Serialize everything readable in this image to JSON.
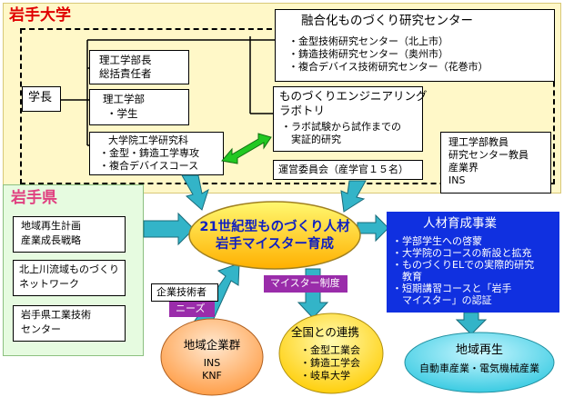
{
  "iwate_univ": {
    "title": "岩手大学",
    "fusion_center": {
      "title": "融合化ものづくり研究センター",
      "items": [
        "・金型技術研究センター（北上市）",
        "・鋳造技術研究センター（奥州市）",
        "・複合デバイス技術研究センター（花巻市）"
      ]
    },
    "president": "学長",
    "dean": [
      "理工学部長",
      "総括責任者"
    ],
    "faculty": [
      "理工学部",
      "・学生"
    ],
    "lab": {
      "title": [
        "ものづくりエンジニアリング",
        "ラボトリ"
      ],
      "desc": [
        "・ラボ試験から試作までの",
        "　実証的研究"
      ]
    },
    "grad_school": [
      "大学院工学研究科",
      "・金型・鋳造工学専攻",
      "・複合デバイスコース"
    ],
    "committee": "運営委員会（産学官１５名）",
    "members": [
      "理工学部教員",
      "研究センター教員",
      "産業界",
      "INS"
    ]
  },
  "iwate_pref": {
    "title": "岩手県",
    "items": [
      [
        "地域再生計画",
        "産業成長戦略"
      ],
      [
        "北上川流域ものづくり",
        "ネットワーク"
      ],
      [
        "岩手県工業技術",
        "センター"
      ]
    ]
  },
  "core": [
    "21世紀型ものづくり人材",
    "岩手マイスター育成"
  ],
  "hr_program": {
    "title": "人材育成事業",
    "items": [
      "・学部学生への啓蒙",
      "・大学院のコースの新設と拡充",
      "・ものづくりELでの実際的研究",
      "　教育",
      "・短期講習コースと「岩手",
      "　マイスター」の認証"
    ]
  },
  "labels": {
    "engineers": "企業技術者",
    "needs": "ニーズ",
    "meister": "マイスター制度"
  },
  "local_companies": {
    "title": "地域企業群",
    "lines": [
      "INS",
      "KNF"
    ]
  },
  "national": {
    "title": "全国との連携",
    "items": [
      "・金型工業会",
      "・鋳造工学会",
      "・岐阜大学"
    ]
  },
  "regional": {
    "title": "地域再生",
    "subtitle": "自動車産業・電気機械産業"
  },
  "colors": {
    "univ_bg": "#fff8c8",
    "pref_bg": "#e6fbe0",
    "red_title": "#e00000",
    "pref_title": "#e04080",
    "arrow": "#33b4c8",
    "green_arrow": "#22c822",
    "core_top": "#fff870",
    "core_bottom": "#ffb000",
    "blue_box": "#1030e0",
    "purple": "#9a2caa",
    "cyan_ellipse": "#40d0e8"
  }
}
